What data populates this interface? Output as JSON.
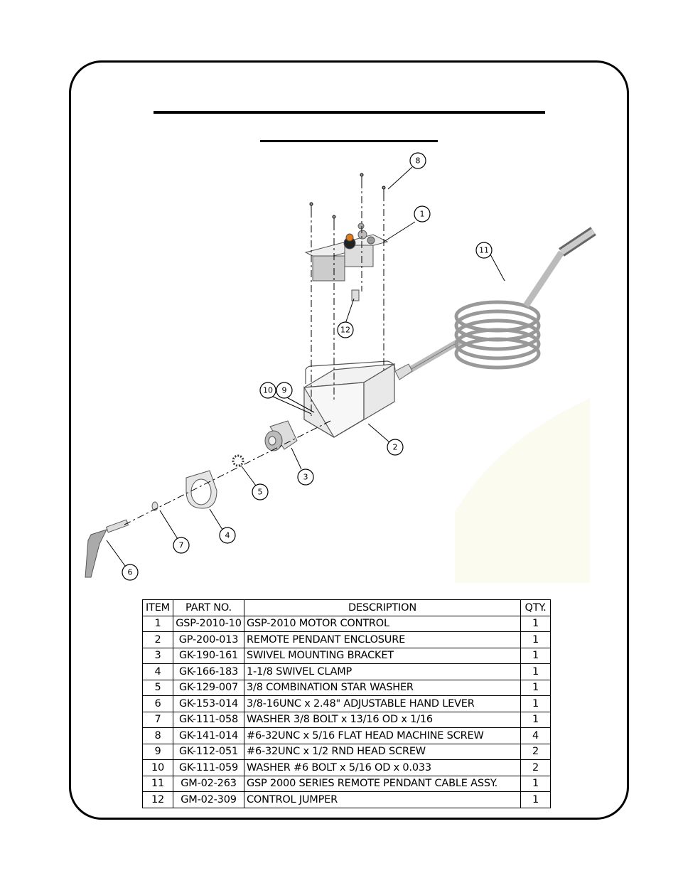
{
  "balloons": [
    "1",
    "2",
    "3",
    "4",
    "5",
    "6",
    "7",
    "8",
    "9",
    "10",
    "11",
    "12"
  ],
  "bom": {
    "headers": {
      "item": "ITEM",
      "part_no": "PART NO.",
      "description": "DESCRIPTION",
      "qty": "QTY."
    },
    "rows": [
      {
        "item": "1",
        "part_no": "GSP-2010-10",
        "description": "GSP-2010 MOTOR CONTROL",
        "qty": "1"
      },
      {
        "item": "2",
        "part_no": "GP-200-013",
        "description": " REMOTE PENDANT ENCLOSURE",
        "qty": "1"
      },
      {
        "item": "3",
        "part_no": "GK-190-161",
        "description": "SWIVEL MOUNTING BRACKET",
        "qty": "1"
      },
      {
        "item": "4",
        "part_no": "GK-166-183",
        "description": "1-1/8 SWIVEL CLAMP",
        "qty": "1"
      },
      {
        "item": "5",
        "part_no": "GK-129-007",
        "description": "3/8 COMBINATION STAR WASHER",
        "qty": "1"
      },
      {
        "item": "6",
        "part_no": "GK-153-014",
        "description": "3/8-16UNC x 2.48\" ADJUSTABLE HAND LEVER",
        "qty": "1"
      },
      {
        "item": "7",
        "part_no": "GK-111-058",
        "description": "WASHER 3/8 BOLT x 13/16 OD x 1/16",
        "qty": "1"
      },
      {
        "item": "8",
        "part_no": "GK-141-014",
        "description": "#6-32UNC x 5/16 FLAT HEAD MACHINE SCREW",
        "qty": "4"
      },
      {
        "item": "9",
        "part_no": "GK-112-051",
        "description": "#6-32UNC x 1/2 RND HEAD SCREW",
        "qty": "2"
      },
      {
        "item": "10",
        "part_no": "GK-111-059",
        "description": "WASHER #6 BOLT x 5/16 OD x 0.033",
        "qty": "2"
      },
      {
        "item": "11",
        "part_no": "GM-02-263",
        "description": "GSP 2000 SERIES REMOTE PENDANT CABLE ASSY.",
        "qty": "1"
      },
      {
        "item": "12",
        "part_no": "GM-02-309",
        "description": "CONTROL JUMPER",
        "qty": "1"
      }
    ]
  }
}
